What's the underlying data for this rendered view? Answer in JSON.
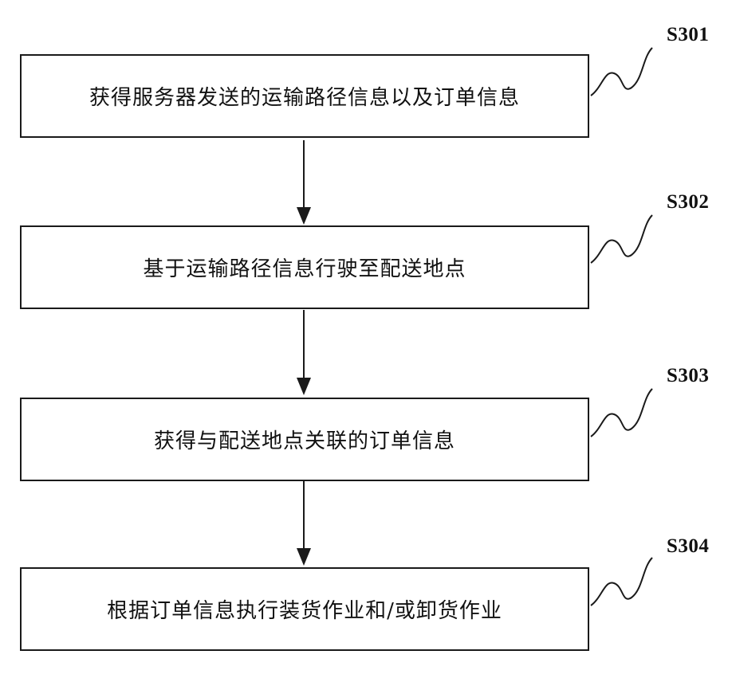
{
  "steps": [
    {
      "id": "S301",
      "text": "获得服务器发送的运输路径信息以及订单信息"
    },
    {
      "id": "S302",
      "text": "基于运输路径信息行驶至配送地点"
    },
    {
      "id": "S303",
      "text": "获得与配送地点关联的订单信息"
    },
    {
      "id": "S304",
      "text": "根据订单信息执行装货作业和/或卸货作业"
    }
  ]
}
